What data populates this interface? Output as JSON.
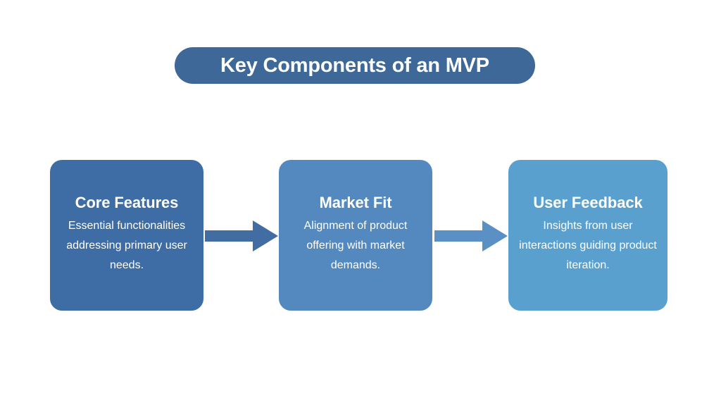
{
  "page": {
    "background_color": "#ffffff"
  },
  "header": {
    "title": "Key Components of an MVP",
    "pill_color": "#3d6898",
    "text_color": "#ffffff"
  },
  "diagram": {
    "type": "linear-flow",
    "direction": "left-to-right",
    "step_count": 3,
    "steps": [
      {
        "title": "Core Features",
        "description": "Essential functionalities addressing primary user needs.",
        "color": "#3e6ca4"
      },
      {
        "title": "Market Fit",
        "description": "Alignment of product offering with market demands.",
        "color": "#5489c0"
      },
      {
        "title": "User Feedback",
        "description": "Insights from user interactions guiding product iteration.",
        "color": "#5aa0ce"
      }
    ],
    "connectors": [
      {
        "icon": "arrow-right-icon",
        "color": "#426da2",
        "from": "Core Features",
        "to": "Market Fit"
      },
      {
        "icon": "arrow-right-icon",
        "color": "#5a90c4",
        "from": "Market Fit",
        "to": "User Feedback"
      }
    ]
  }
}
